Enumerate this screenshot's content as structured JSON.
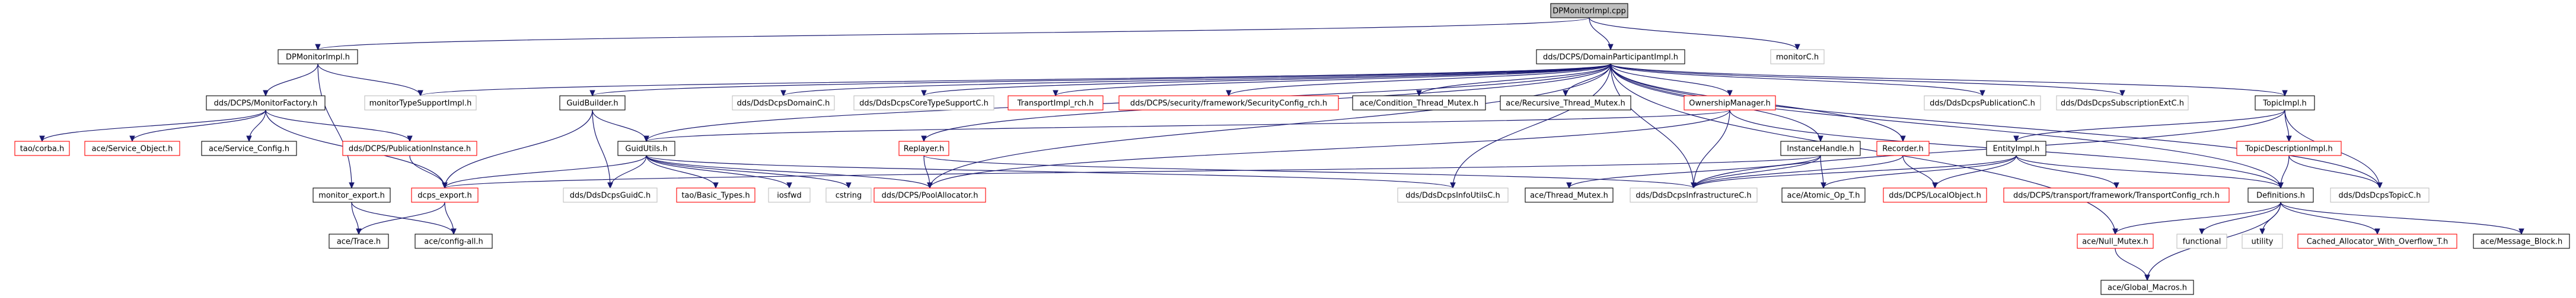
{
  "diagram": {
    "nodes": [
      {
        "id": "dpmonitorimpl_cpp",
        "label": "DPMonitorImpl.cpp",
        "kind": "root",
        "linked": false
      },
      {
        "id": "dpmonitorimpl_h",
        "label": "DPMonitorImpl.h",
        "kind": "normal",
        "linked": true
      },
      {
        "id": "domainparticipantimpl_h",
        "label": "dds/DCPS/DomainParticipantImpl.h",
        "kind": "normal",
        "linked": true
      },
      {
        "id": "monitorc_h",
        "label": "monitorC.h",
        "kind": "gray",
        "linked": false
      },
      {
        "id": "monitorfactory_h",
        "label": "dds/DCPS/MonitorFactory.h",
        "kind": "normal",
        "linked": true
      },
      {
        "id": "monitortypesupportimpl_h",
        "label": "monitorTypeSupportImpl.h",
        "kind": "gray",
        "linked": false
      },
      {
        "id": "tao_corba_h",
        "label": "tao/corba.h",
        "kind": "red",
        "linked": true
      },
      {
        "id": "ace_service_object_h",
        "label": "ace/Service_Object.h",
        "kind": "red",
        "linked": true
      },
      {
        "id": "ace_service_config_h",
        "label": "ace/Service_Config.h",
        "kind": "normal",
        "linked": true
      },
      {
        "id": "publicationinstance_h",
        "label": "dds/DCPS/PublicationInstance.h",
        "kind": "red",
        "linked": true
      },
      {
        "id": "monitor_export_h",
        "label": "monitor_export.h",
        "kind": "normal",
        "linked": true
      },
      {
        "id": "dcps_export_h",
        "label": "dcps_export.h",
        "kind": "red",
        "linked": true
      },
      {
        "id": "ace_trace_h",
        "label": "ace/Trace.h",
        "kind": "normal",
        "linked": true
      },
      {
        "id": "ace_config_all_h",
        "label": "ace/config-all.h",
        "kind": "normal",
        "linked": true
      },
      {
        "id": "guidbuilder_h",
        "label": "GuidBuilder.h",
        "kind": "normal",
        "linked": true
      },
      {
        "id": "guidutils_h",
        "label": "GuidUtils.h",
        "kind": "normal",
        "linked": true
      },
      {
        "id": "ddsdcpsguidc_h",
        "label": "dds/DdsDcpsGuidC.h",
        "kind": "gray",
        "linked": false
      },
      {
        "id": "tao_basic_types_h",
        "label": "tao/Basic_Types.h",
        "kind": "red",
        "linked": true
      },
      {
        "id": "iosfwd",
        "label": "iosfwd",
        "kind": "gray",
        "linked": false
      },
      {
        "id": "cstring",
        "label": "cstring",
        "kind": "gray",
        "linked": false
      },
      {
        "id": "ddsdcpsdomainc_h",
        "label": "dds/DdsDcpsDomainC.h",
        "kind": "gray",
        "linked": false
      },
      {
        "id": "ddsdcpscoretypesupportc_h",
        "label": "dds/DdsDcpsCoreTypeSupportC.h",
        "kind": "gray",
        "linked": false
      },
      {
        "id": "transportimpl_rch_h",
        "label": "TransportImpl_rch.h",
        "kind": "red",
        "linked": true
      },
      {
        "id": "securityconfig_rch_h",
        "label": "dds/DCPS/security/framework/SecurityConfig_rch.h",
        "kind": "red",
        "linked": true
      },
      {
        "id": "ace_condition_thread_mutex_h",
        "label": "ace/Condition_Thread_Mutex.h",
        "kind": "normal",
        "linked": true
      },
      {
        "id": "ace_recursive_thread_mutex_h",
        "label": "ace/Recursive_Thread_Mutex.h",
        "kind": "normal",
        "linked": true
      },
      {
        "id": "ownershipmanager_h",
        "label": "OwnershipManager.h",
        "kind": "red",
        "linked": true
      },
      {
        "id": "replayer_h",
        "label": "Replayer.h",
        "kind": "red",
        "linked": true
      },
      {
        "id": "poolallocator_h",
        "label": "dds/DCPS/PoolAllocator.h",
        "kind": "red",
        "linked": true
      },
      {
        "id": "instancehandle_h",
        "label": "InstanceHandle.h",
        "kind": "normal",
        "linked": true
      },
      {
        "id": "recorder_h",
        "label": "Recorder.h",
        "kind": "red",
        "linked": true
      },
      {
        "id": "ddsdcpspublicationc_h",
        "label": "dds/DdsDcpsPublicationC.h",
        "kind": "gray",
        "linked": false
      },
      {
        "id": "ddsdcpssubscriptionextc_h",
        "label": "dds/DdsDcpsSubscriptionExtC.h",
        "kind": "gray",
        "linked": false
      },
      {
        "id": "topicimpl_h",
        "label": "TopicImpl.h",
        "kind": "normal",
        "linked": true
      },
      {
        "id": "ddsdcpsinfoutilsc_h",
        "label": "dds/DdsDcpsInfoUtilsC.h",
        "kind": "gray",
        "linked": false
      },
      {
        "id": "ace_thread_mutex_h",
        "label": "ace/Thread_Mutex.h",
        "kind": "normal",
        "linked": true
      },
      {
        "id": "ddsdcpsinfrastructurec_h",
        "label": "dds/DdsDcpsInfrastructureC.h",
        "kind": "gray",
        "linked": false
      },
      {
        "id": "ace_atomic_op_t_h",
        "label": "ace/Atomic_Op_T.h",
        "kind": "normal",
        "linked": true
      },
      {
        "id": "entityimpl_h",
        "label": "EntityImpl.h",
        "kind": "normal",
        "linked": true
      },
      {
        "id": "localobject_h",
        "label": "dds/DCPS/LocalObject.h",
        "kind": "red",
        "linked": true
      },
      {
        "id": "transportconfig_rch_h",
        "label": "dds/DCPS/transport/framework/TransportConfig_rch.h",
        "kind": "red",
        "linked": true
      },
      {
        "id": "topicdescriptionimpl_h",
        "label": "TopicDescriptionImpl.h",
        "kind": "red",
        "linked": true
      },
      {
        "id": "definitions_h",
        "label": "Definitions.h",
        "kind": "normal",
        "linked": true
      },
      {
        "id": "ddsdcpstopicc_h",
        "label": "dds/DdsDcpsTopicC.h",
        "kind": "gray",
        "linked": false
      },
      {
        "id": "ace_null_mutex_h",
        "label": "ace/Null_Mutex.h",
        "kind": "red",
        "linked": true
      },
      {
        "id": "functional",
        "label": "functional",
        "kind": "gray",
        "linked": false
      },
      {
        "id": "utility",
        "label": "utility",
        "kind": "gray",
        "linked": false
      },
      {
        "id": "cached_allocator_h",
        "label": "Cached_Allocator_With_Overflow_T.h",
        "kind": "red",
        "linked": true
      },
      {
        "id": "ace_message_block_h",
        "label": "ace/Message_Block.h",
        "kind": "normal",
        "linked": true
      },
      {
        "id": "ace_global_macros_h",
        "label": "ace/Global_Macros.h",
        "kind": "normal",
        "linked": true
      }
    ],
    "edges": [
      [
        "dpmonitorimpl_cpp",
        "dpmonitorimpl_h"
      ],
      [
        "dpmonitorimpl_cpp",
        "domainparticipantimpl_h"
      ],
      [
        "dpmonitorimpl_cpp",
        "monitorc_h"
      ],
      [
        "dpmonitorimpl_h",
        "monitorfactory_h"
      ],
      [
        "dpmonitorimpl_h",
        "monitortypesupportimpl_h"
      ],
      [
        "dpmonitorimpl_h",
        "monitor_export_h"
      ],
      [
        "monitorfactory_h",
        "tao_corba_h"
      ],
      [
        "monitorfactory_h",
        "ace_service_object_h"
      ],
      [
        "monitorfactory_h",
        "ace_service_config_h"
      ],
      [
        "monitorfactory_h",
        "publicationinstance_h"
      ],
      [
        "monitorfactory_h",
        "dcps_export_h"
      ],
      [
        "publicationinstance_h",
        "dcps_export_h"
      ],
      [
        "monitor_export_h",
        "ace_trace_h"
      ],
      [
        "monitor_export_h",
        "ace_config_all_h"
      ],
      [
        "dcps_export_h",
        "ace_trace_h"
      ],
      [
        "dcps_export_h",
        "ace_config_all_h"
      ],
      [
        "domainparticipantimpl_h",
        "monitortypesupportimpl_h"
      ],
      [
        "domainparticipantimpl_h",
        "guidbuilder_h"
      ],
      [
        "domainparticipantimpl_h",
        "guidutils_h"
      ],
      [
        "domainparticipantimpl_h",
        "ddsdcpsdomainc_h"
      ],
      [
        "domainparticipantimpl_h",
        "ddsdcpscoretypesupportc_h"
      ],
      [
        "domainparticipantimpl_h",
        "transportimpl_rch_h"
      ],
      [
        "domainparticipantimpl_h",
        "securityconfig_rch_h"
      ],
      [
        "domainparticipantimpl_h",
        "ace_condition_thread_mutex_h"
      ],
      [
        "domainparticipantimpl_h",
        "ace_recursive_thread_mutex_h"
      ],
      [
        "domainparticipantimpl_h",
        "ownershipmanager_h"
      ],
      [
        "domainparticipantimpl_h",
        "replayer_h"
      ],
      [
        "domainparticipantimpl_h",
        "poolallocator_h"
      ],
      [
        "domainparticipantimpl_h",
        "instancehandle_h"
      ],
      [
        "domainparticipantimpl_h",
        "recorder_h"
      ],
      [
        "domainparticipantimpl_h",
        "ddsdcpspublicationc_h"
      ],
      [
        "domainparticipantimpl_h",
        "ddsdcpssubscriptionextc_h"
      ],
      [
        "domainparticipantimpl_h",
        "topicimpl_h"
      ],
      [
        "domainparticipantimpl_h",
        "ddsdcpsinfoutilsc_h"
      ],
      [
        "domainparticipantimpl_h",
        "ddsdcpsinfrastructurec_h"
      ],
      [
        "domainparticipantimpl_h",
        "definitions_h"
      ],
      [
        "domainparticipantimpl_h",
        "ddsdcpstopicc_h"
      ],
      [
        "domainparticipantimpl_h",
        "ace_null_mutex_h"
      ],
      [
        "guidbuilder_h",
        "guidutils_h"
      ],
      [
        "guidbuilder_h",
        "dcps_export_h"
      ],
      [
        "guidbuilder_h",
        "ddsdcpsguidc_h"
      ],
      [
        "guidutils_h",
        "dcps_export_h"
      ],
      [
        "guidutils_h",
        "ddsdcpsguidc_h"
      ],
      [
        "guidutils_h",
        "tao_basic_types_h"
      ],
      [
        "guidutils_h",
        "iosfwd"
      ],
      [
        "guidutils_h",
        "cstring"
      ],
      [
        "guidutils_h",
        "poolallocator_h"
      ],
      [
        "guidutils_h",
        "ddsdcpsinfoutilsc_h"
      ],
      [
        "ownershipmanager_h",
        "guidutils_h"
      ],
      [
        "ownershipmanager_h",
        "poolallocator_h"
      ],
      [
        "ownershipmanager_h",
        "ddsdcpsinfrastructurec_h"
      ],
      [
        "ownershipmanager_h",
        "definitions_h"
      ],
      [
        "replayer_h",
        "poolallocator_h"
      ],
      [
        "replayer_h",
        "ddsdcpsinfrastructurec_h"
      ],
      [
        "instancehandle_h",
        "dcps_export_h"
      ],
      [
        "instancehandle_h",
        "ace_thread_mutex_h"
      ],
      [
        "instancehandle_h",
        "ddsdcpsinfrastructurec_h"
      ],
      [
        "instancehandle_h",
        "ace_atomic_op_t_h"
      ],
      [
        "recorder_h",
        "localobject_h"
      ],
      [
        "recorder_h",
        "ddsdcpsinfrastructurec_h"
      ],
      [
        "topicimpl_h",
        "entityimpl_h"
      ],
      [
        "topicimpl_h",
        "topicdescriptionimpl_h"
      ],
      [
        "topicimpl_h",
        "ddsdcpstopicc_h"
      ],
      [
        "topicimpl_h",
        "ddsdcpsinfrastructurec_h"
      ],
      [
        "entityimpl_h",
        "ddsdcpsinfrastructurec_h"
      ],
      [
        "entityimpl_h",
        "ace_atomic_op_t_h"
      ],
      [
        "entityimpl_h",
        "localobject_h"
      ],
      [
        "entityimpl_h",
        "transportconfig_rch_h"
      ],
      [
        "entityimpl_h",
        "definitions_h"
      ],
      [
        "topicdescriptionimpl_h",
        "definitions_h"
      ],
      [
        "topicdescriptionimpl_h",
        "ddsdcpstopicc_h"
      ],
      [
        "definitions_h",
        "ace_null_mutex_h"
      ],
      [
        "definitions_h",
        "functional"
      ],
      [
        "definitions_h",
        "utility"
      ],
      [
        "definitions_h",
        "cached_allocator_h"
      ],
      [
        "definitions_h",
        "ace_message_block_h"
      ],
      [
        "definitions_h",
        "ace_global_macros_h"
      ],
      [
        "ace_null_mutex_h",
        "ace_global_macros_h"
      ]
    ]
  }
}
